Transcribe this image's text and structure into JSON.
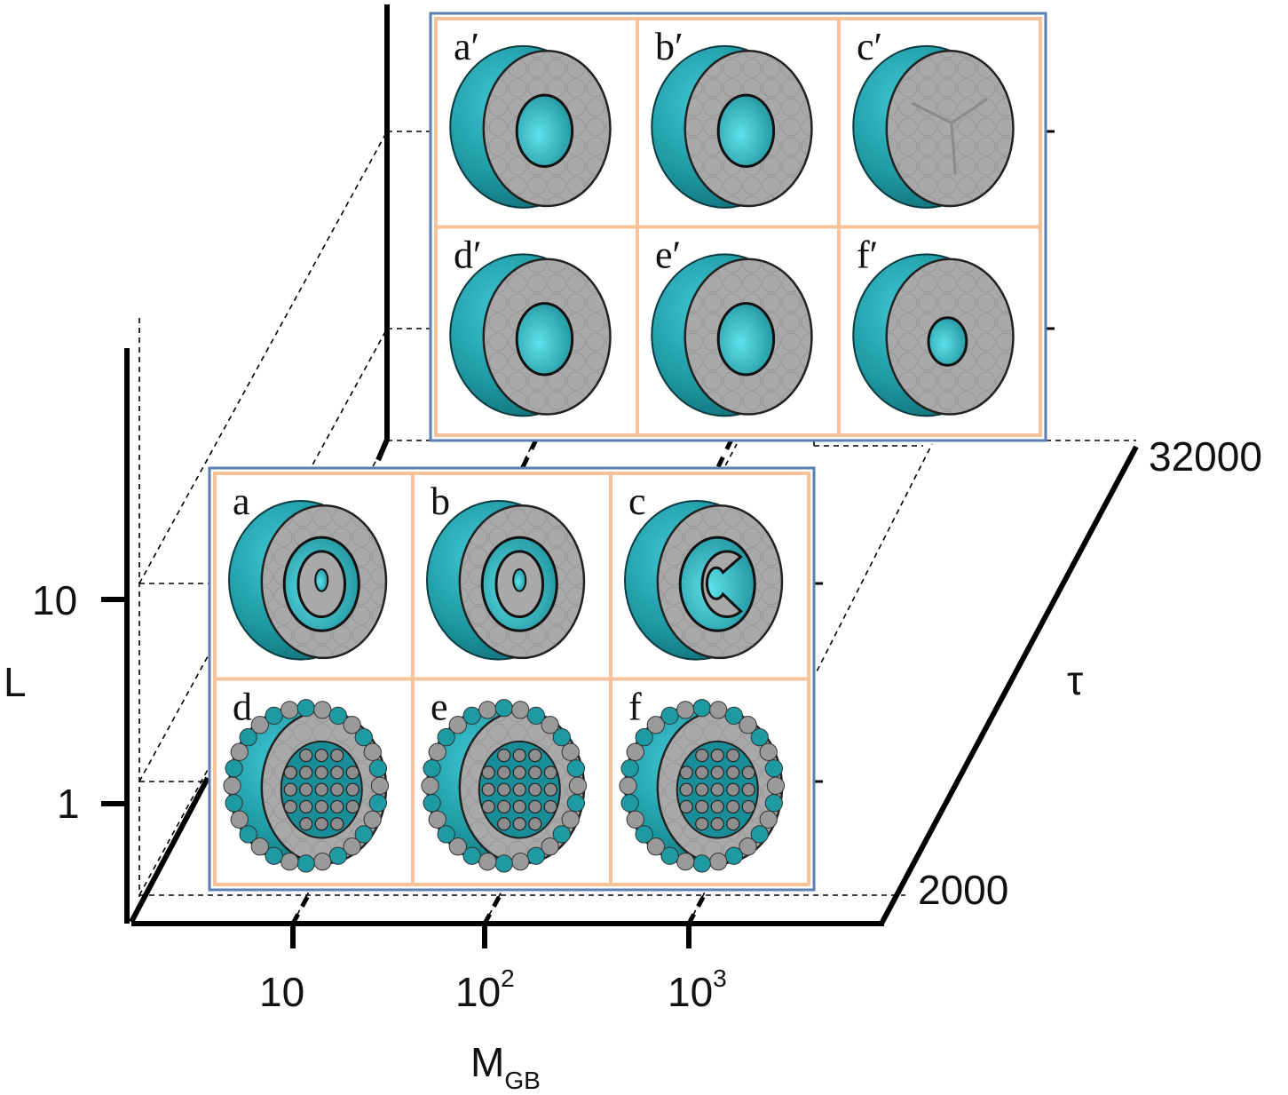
{
  "axes": {
    "l_label": "L",
    "l_ticks": [
      "10",
      "1"
    ],
    "tau_label": "τ",
    "tau_ticks": [
      "32000",
      "2000"
    ],
    "m_label_main": "M",
    "m_label_sub": "GB",
    "m_ticks": [
      {
        "base": "10",
        "exp": ""
      },
      {
        "base": "10",
        "exp": "2"
      },
      {
        "base": "10",
        "exp": "3"
      }
    ]
  },
  "back_panels": {
    "labels": [
      "a′",
      "b′",
      "c′",
      "d′",
      "e′",
      "f′"
    ]
  },
  "front_panels": {
    "labels": [
      "a",
      "b",
      "c",
      "d",
      "e",
      "f"
    ]
  },
  "colors": {
    "teal": "#1e9aa3",
    "teal_light": "#3fc6d4",
    "gray": "#a9a9a9",
    "panel_border": "#f7c29a",
    "frame": "#5a7fb0"
  }
}
